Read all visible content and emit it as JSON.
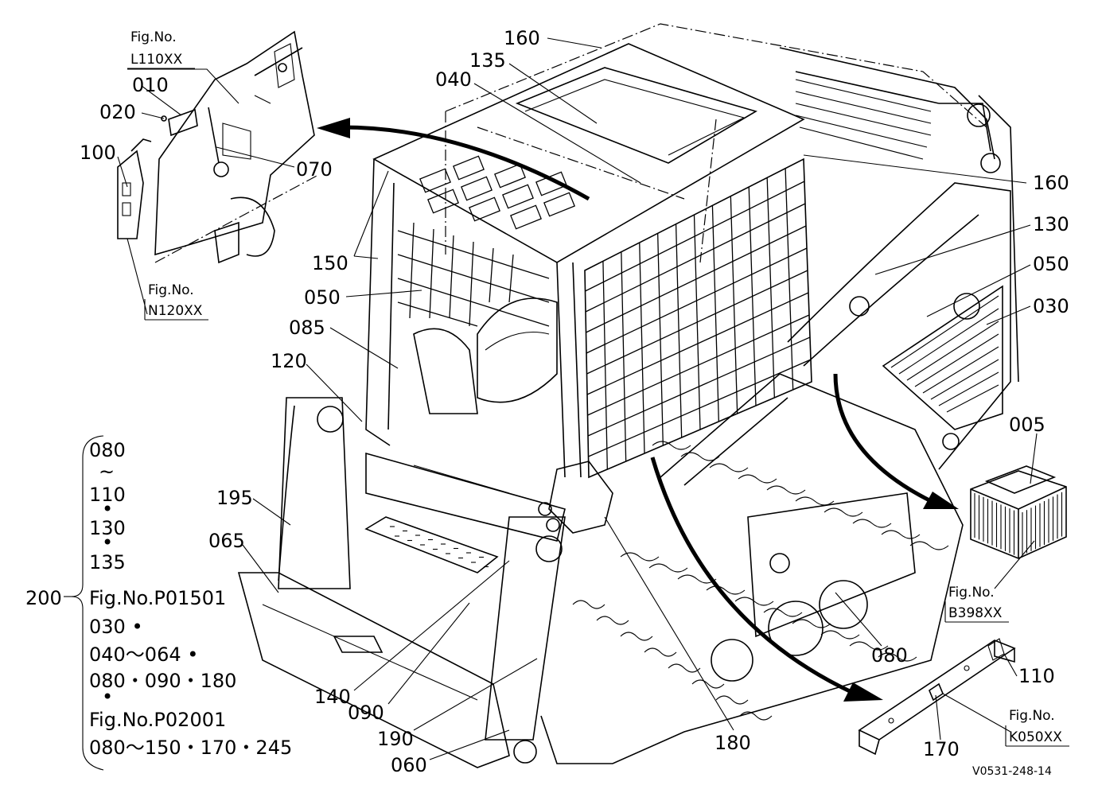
{
  "labels": {
    "l160a": "160",
    "l135": "135",
    "l040": "040",
    "l010": "010",
    "l020": "020",
    "l100": "100",
    "l070": "070",
    "l160b": "160",
    "l130": "130",
    "l050a": "050",
    "l030": "030",
    "l150": "150",
    "l050b": "050",
    "l085": "085",
    "l120": "120",
    "l005": "005",
    "l195": "195",
    "l065": "065",
    "l200": "200",
    "l080": "080",
    "l140": "140",
    "l090": "090",
    "l190": "190",
    "l060": "060",
    "l180": "180",
    "l110": "110",
    "l170": "170"
  },
  "figrefs": {
    "l110_title": "Fig.No.",
    "l110_code": "L110XX",
    "n120_title": "Fig.No.",
    "n120_code": "N120XX",
    "b398_title": "Fig.No.",
    "b398_code": "B398XX",
    "k050_title": "Fig.No.",
    "k050_code": "K050XX"
  },
  "bracket_list": [
    "080",
    "~",
    "110",
    "•",
    "130",
    "•",
    "135",
    "Fig.No.P01501",
    "030 •",
    "040～064 •",
    "080・090・180",
    "•",
    "Fig.No.P02001",
    "080～150・170・245"
  ],
  "drawing_code": "V0531-248-14"
}
